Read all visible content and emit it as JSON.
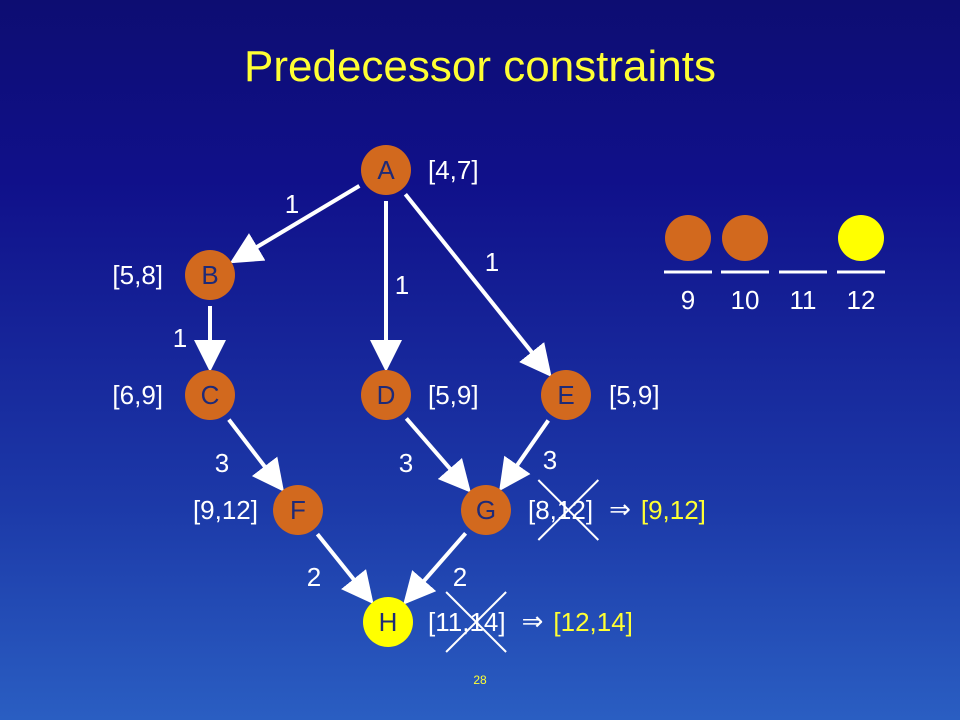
{
  "title": "Predecessor constraints",
  "page_number": "28",
  "colors": {
    "node_fill": "#d2691e",
    "highlight_fill": "#ffff00",
    "text": "#ffffff",
    "node_text": "#1e2a78",
    "accent_text": "#ffff33",
    "arrow": "#ffffff"
  },
  "nodes": [
    {
      "id": "A",
      "label": "A",
      "interval": "[4,7]",
      "highlight": false
    },
    {
      "id": "B",
      "label": "B",
      "interval": "[5,8]",
      "highlight": false
    },
    {
      "id": "C",
      "label": "C",
      "interval": "[6,9]",
      "highlight": false
    },
    {
      "id": "D",
      "label": "D",
      "interval": "[5,9]",
      "highlight": false
    },
    {
      "id": "E",
      "label": "E",
      "interval": "[5,9]",
      "highlight": false
    },
    {
      "id": "F",
      "label": "F",
      "interval": "[9,12]",
      "highlight": false
    },
    {
      "id": "G",
      "label": "G",
      "interval": "[8,12]",
      "updated_interval": "[9,12]",
      "crossed": true,
      "highlight": false
    },
    {
      "id": "H",
      "label": "H",
      "interval": "[11,14]",
      "updated_interval": "[12,14]",
      "crossed": true,
      "highlight": true
    }
  ],
  "implies_symbol": "⇒",
  "edges": [
    {
      "from": "A",
      "to": "B",
      "weight": "1"
    },
    {
      "from": "A",
      "to": "D",
      "weight": "1"
    },
    {
      "from": "A",
      "to": "E",
      "weight": "1"
    },
    {
      "from": "B",
      "to": "C",
      "weight": "1"
    },
    {
      "from": "C",
      "to": "F",
      "weight": "3"
    },
    {
      "from": "D",
      "to": "G",
      "weight": "3"
    },
    {
      "from": "E",
      "to": "G",
      "weight": "3"
    },
    {
      "from": "F",
      "to": "H",
      "weight": "2"
    },
    {
      "from": "G",
      "to": "H",
      "weight": "2"
    }
  ],
  "timeline": {
    "slots": [
      {
        "label": "9",
        "marker": "orange"
      },
      {
        "label": "10",
        "marker": "orange"
      },
      {
        "label": "11",
        "marker": "none"
      },
      {
        "label": "12",
        "marker": "yellow"
      }
    ]
  }
}
